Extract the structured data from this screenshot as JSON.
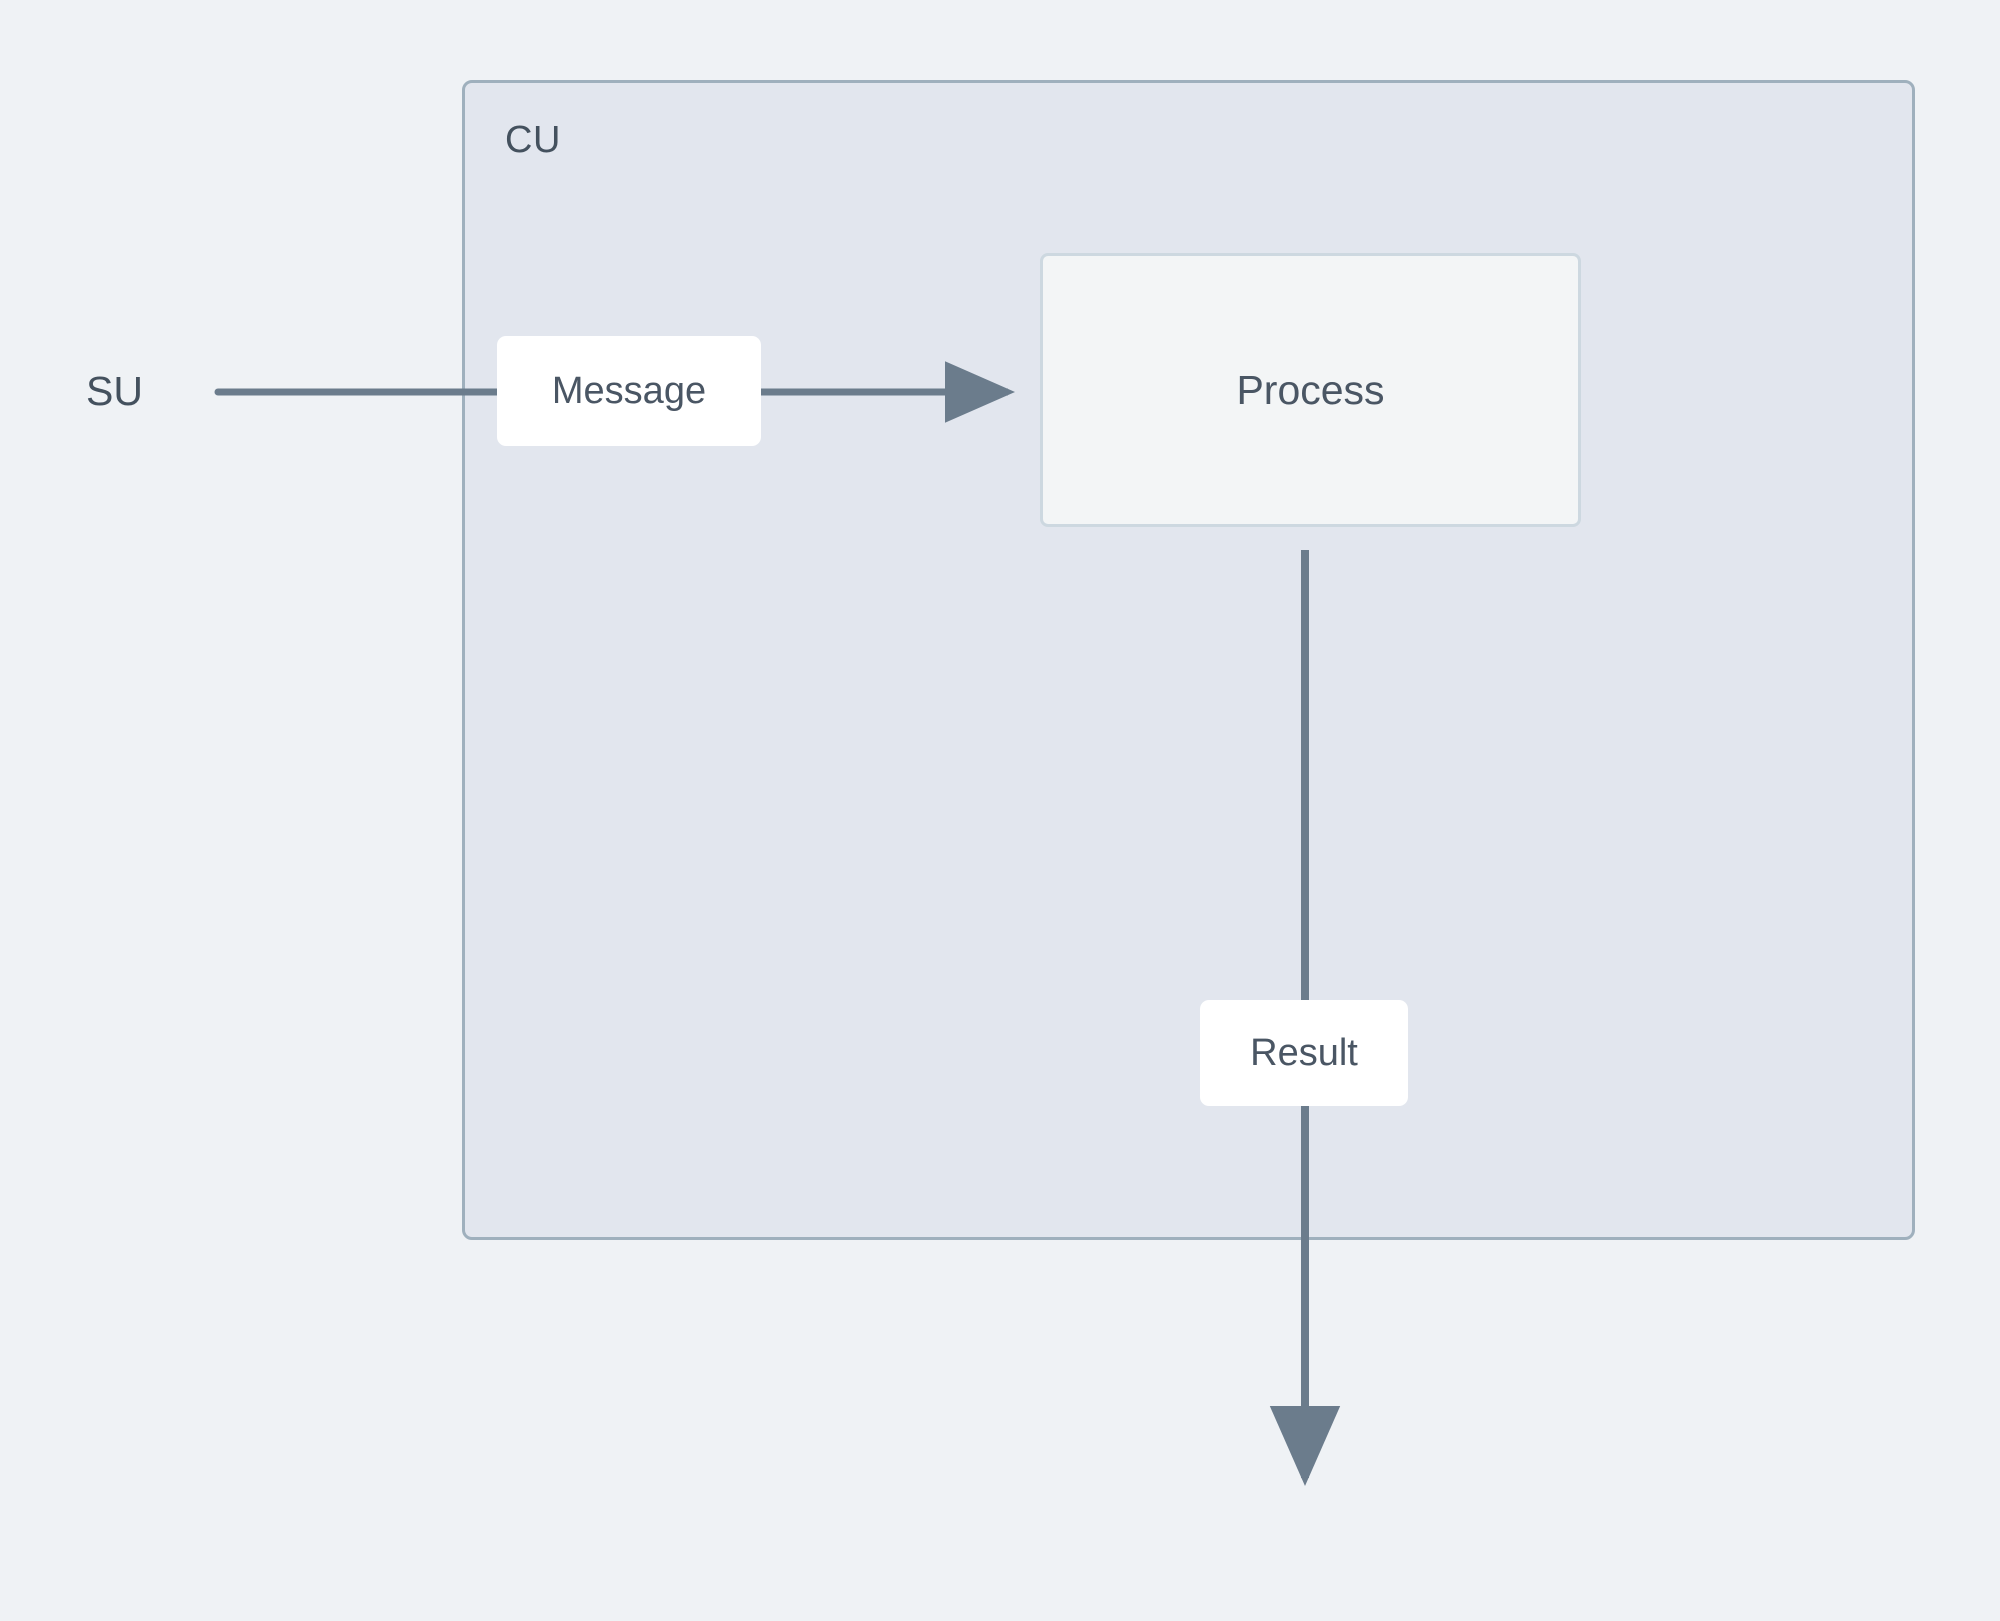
{
  "diagram": {
    "type": "flowchart",
    "background_color": "#eff2f5",
    "edge_color": "#6b7c8c",
    "text_color": "#44515e",
    "subgraph": {
      "id": "CU",
      "label": "CU",
      "fill_color": "#e2e6ee",
      "border_color": "#9fb0bd"
    },
    "nodes": [
      {
        "id": "SU",
        "label": "SU",
        "shape": "text",
        "inside_subgraph": false
      },
      {
        "id": "Process",
        "label": "Process",
        "shape": "rectangle",
        "fill_color": "#f3f5f6",
        "border_color": "#cdd8e0",
        "inside_subgraph": true
      }
    ],
    "edges": [
      {
        "from": "SU",
        "to": "Process",
        "label": "Message",
        "direction": "right",
        "arrowhead": true
      },
      {
        "from": "Process",
        "to": "out",
        "label": "Result",
        "direction": "down",
        "arrowhead": true
      }
    ]
  }
}
